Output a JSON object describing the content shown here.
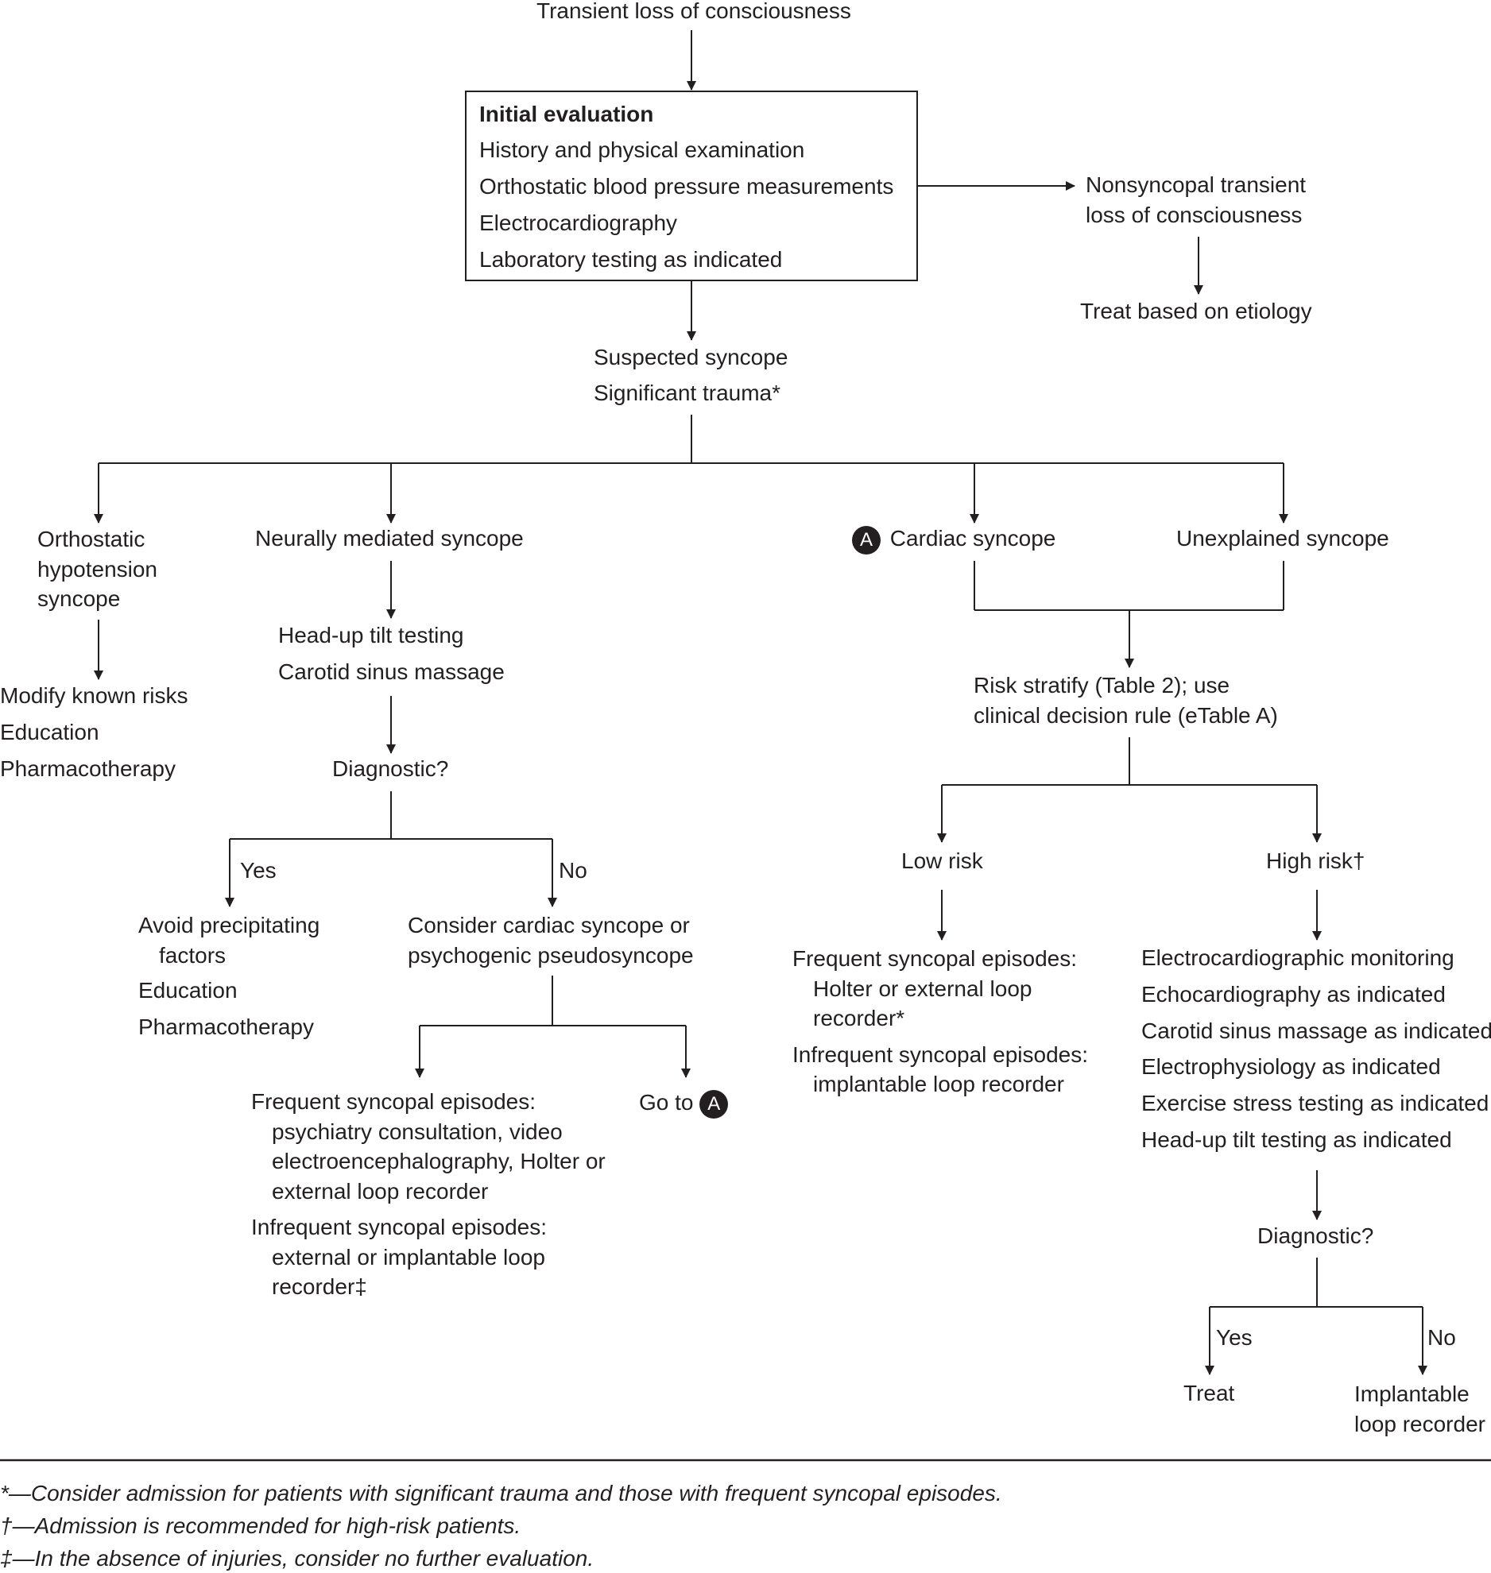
{
  "start": "Transient loss of consciousness",
  "initial_evaluation": {
    "title": "Initial evaluation",
    "items": [
      "History and physical examination",
      "Orthostatic blood pressure measurements",
      "Electrocardiography",
      "Laboratory testing as indicated"
    ]
  },
  "nonsyncopal": {
    "label": "Nonsyncopal transient\nloss of consciousness",
    "action": "Treat based on etiology"
  },
  "suspected": {
    "line1": "Suspected syncope",
    "line2": "Significant trauma*"
  },
  "orthostatic": {
    "label": "Orthostatic\nhypotension\nsyncope",
    "actions": [
      "Modify known risks",
      "Education",
      "Pharmacotherapy"
    ]
  },
  "neural": {
    "label": "Neurally mediated syncope",
    "tests": [
      "Head-up tilt testing",
      "Carotid sinus massage"
    ],
    "diagnostic": "Diagnostic?",
    "yes": "Yes",
    "no": "No",
    "yes_actions": [
      "Avoid precipitating factors",
      "Education",
      "Pharmacotherapy"
    ],
    "no_action": "Consider cardiac syncope or\npsychogenic pseudosyncope",
    "frequent": "Frequent syncopal episodes: psychiatry consultation, video electroencephalography, Holter or external loop recorder",
    "infrequent": "Infrequent syncopal episodes: external or implantable loop recorder‡",
    "goto": "Go to",
    "goto_badge": "A"
  },
  "cardiac": {
    "badge": "A",
    "label": "Cardiac syncope"
  },
  "unexplained": {
    "label": "Unexplained syncope"
  },
  "risk": {
    "label": "Risk stratify (Table 2); use\nclinical decision rule (eTable A)",
    "low": "Low risk",
    "high": "High risk†",
    "low_frequent": "Frequent syncopal episodes: Holter or external loop recorder*",
    "low_infrequent": "Infrequent syncopal episodes: implantable loop recorder",
    "high_items": [
      "Electrocardiographic monitoring",
      "Echocardiography as indicated",
      "Carotid sinus massage as indicated",
      "Electrophysiology as indicated",
      "Exercise stress testing as indicated",
      "Head-up tilt testing as indicated"
    ],
    "diagnostic": "Diagnostic?",
    "yes": "Yes",
    "no": "No",
    "treat": "Treat",
    "implantable": "Implantable\nloop recorder"
  },
  "footnotes": [
    "*—Consider admission for patients with significant trauma and those with frequent syncopal episodes.",
    "†—Admission is recommended for high-risk patients.",
    "‡—In the absence of injuries, consider no further evaluation."
  ],
  "colors": {
    "ink": "#231f20",
    "background": "#ffffff"
  }
}
